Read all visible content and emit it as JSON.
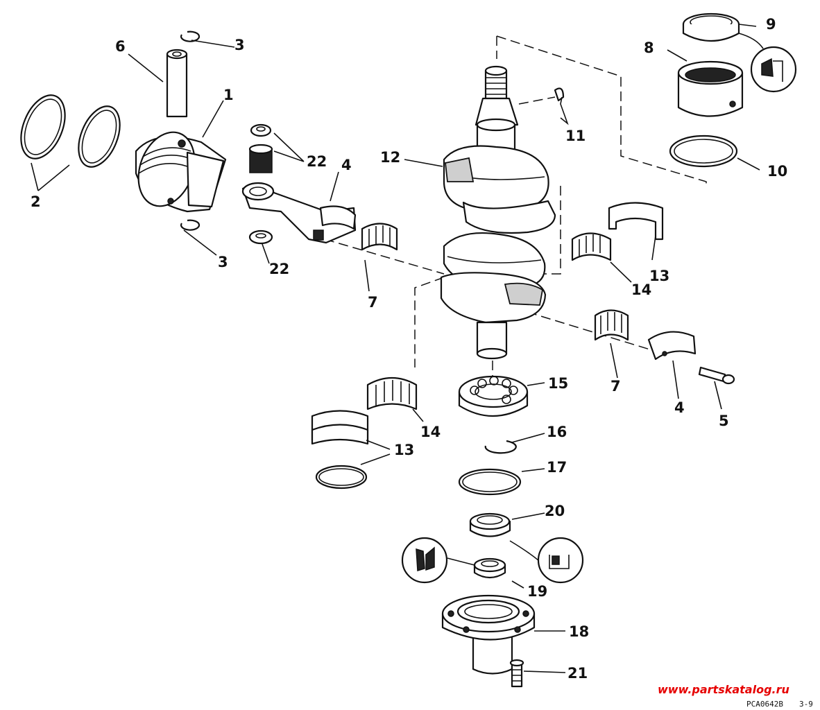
{
  "callouts": {
    "n1": "1",
    "n2": "2",
    "n3a": "3",
    "n3b": "3",
    "n4a": "4",
    "n4b": "4",
    "n5": "5",
    "n6": "6",
    "n7a": "7",
    "n7b": "7",
    "n8": "8",
    "n9": "9",
    "n10": "10",
    "n11": "11",
    "n12": "12",
    "n13a": "13",
    "n13b": "13",
    "n14a": "14",
    "n14b": "14",
    "n15": "15",
    "n16": "16",
    "n17": "17",
    "n18": "18",
    "n19": "19",
    "n20": "20",
    "n21": "21",
    "n22a": "22",
    "n22b": "22"
  },
  "footer": {
    "watermark": "www.partskatalog.ru",
    "drawing_code": "PCA0642B",
    "page": "3-9"
  }
}
